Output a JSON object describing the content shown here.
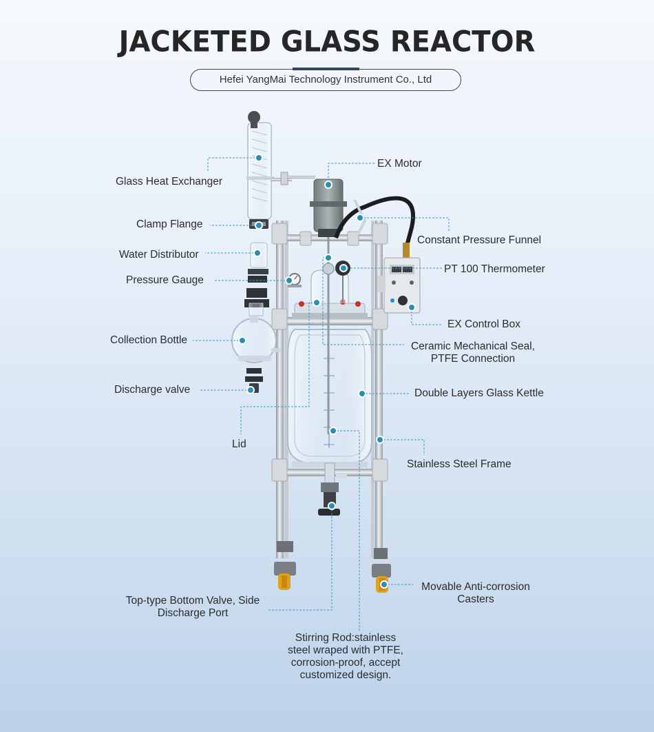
{
  "header": {
    "title": "JACKETED GLASS REACTOR",
    "subtitle": "Hefei YangMai Technology Instrument  Co., Ltd"
  },
  "colors": {
    "accent": "#26437a",
    "marker": "#2a8fb0",
    "leader": "#3a9cc0",
    "frame_steel": "#b9bfc6",
    "caster": "#e0a21a"
  },
  "labels": {
    "glass_heat_exchanger": "Glass Heat Exchanger",
    "ex_motor": "EX Motor",
    "clamp_flange": "Clamp Flange",
    "constant_pressure_funnel": "Constant Pressure Funnel",
    "water_distributor": "Water Distributor",
    "pt100_thermometer": "PT 100 Thermometer",
    "pressure_gauge": "Pressure Gauge",
    "ex_control_box": "EX Control Box",
    "collection_bottle": "Collection Bottle",
    "ceramic_seal_line1": "Ceramic Mechanical Seal,",
    "ceramic_seal_line2": "PTFE Connection",
    "discharge_valve": "Discharge valve",
    "double_layers_kettle": "Double Layers Glass Kettle",
    "lid": "Lid",
    "stainless_steel_frame": "Stainless Steel Frame",
    "casters_line1": "Movable Anti-corrosion",
    "casters_line2": "Casters",
    "bottom_valve_line1": "Top-type Bottom Valve, Side",
    "bottom_valve_line2": "Discharge Port",
    "stirring_rod_line1": "Stirring Rod:stainless",
    "stirring_rod_line2": "steel wraped with PTFE,",
    "stirring_rod_line3": "corrosion-proof, accept",
    "stirring_rod_line4": "customized design."
  }
}
